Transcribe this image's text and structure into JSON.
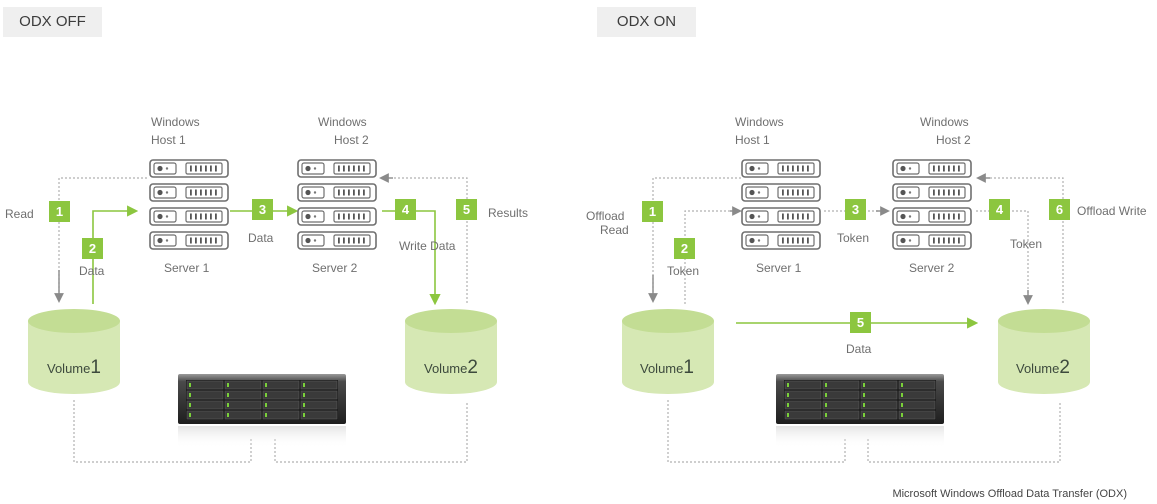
{
  "tabs": {
    "off": "ODX OFF",
    "on": "ODX ON"
  },
  "hosts": {
    "host1_line1": "Windows",
    "host1_line2": "Host 1",
    "host2_line1": "Windows",
    "host2_line2": "Host 2",
    "server1": "Server 1",
    "server2": "Server 2",
    "server_bars": "IIIIII"
  },
  "volumes": {
    "prefix": "Volume",
    "vol1_num": "1",
    "vol2_num": "2"
  },
  "odx_off": {
    "read": "Read",
    "data_left": "Data",
    "data_mid": "Data",
    "write_data": "Write Data",
    "results": "Results",
    "steps": [
      "1",
      "2",
      "3",
      "4",
      "5"
    ]
  },
  "odx_on": {
    "offload_read_1": "Offload",
    "offload_read_2": "Read",
    "token_left": "Token",
    "token_mid": "Token",
    "token_right": "Token",
    "offload_write": "Offload Write",
    "data_center": "Data",
    "steps": [
      "1",
      "2",
      "3",
      "4",
      "5",
      "6"
    ]
  },
  "footer": "Microsoft Windows Offload Data Transfer (ODX)",
  "colors": {
    "green": "#8cc63f",
    "gray": "#9a9a9a",
    "volume": "#d6e8b4"
  }
}
